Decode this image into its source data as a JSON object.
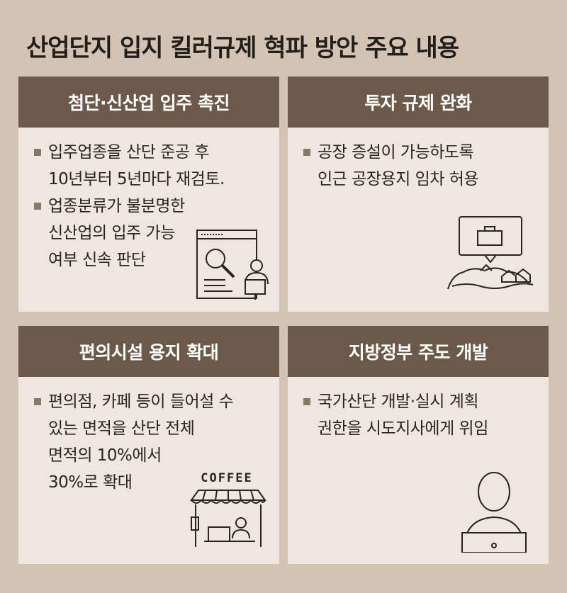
{
  "title": "산업단지 입지 킬러규제 혁파 방안 주요 내용",
  "colors": {
    "background": "#d2c3b4",
    "header": "#6b5a4a",
    "card": "#ede7df",
    "bullet": "#8a7868"
  },
  "cards": [
    {
      "header": "첨단·신산업 입주 촉진",
      "bullets": [
        "입주업종을 산단 준공 후\n10년부터 5년마다 재검토.",
        "업종분류가 불분명한\n신산업의 입주 가능\n여부 신속 판단"
      ],
      "icon": "document-search-person-icon"
    },
    {
      "header": "투자 규제 완화",
      "bullets": [
        "공장 증설이 가능하도록\n인근 공장용지 임차 허용"
      ],
      "icon": "factory-landscape-icon"
    },
    {
      "header": "편의시설 용지 확대",
      "bullets": [
        "편의점, 카페 등이 들어설 수\n있는 면적을 산단 전체\n면적의 10%에서\n30%로 확대"
      ],
      "icon": "coffee-shop-icon",
      "icon_text": "COFFEE"
    },
    {
      "header": "지방정부 주도 개발",
      "bullets": [
        "국가산단 개발·실시 계획\n권한을 시도지사에게 위임"
      ],
      "icon": "person-laptop-icon"
    }
  ]
}
